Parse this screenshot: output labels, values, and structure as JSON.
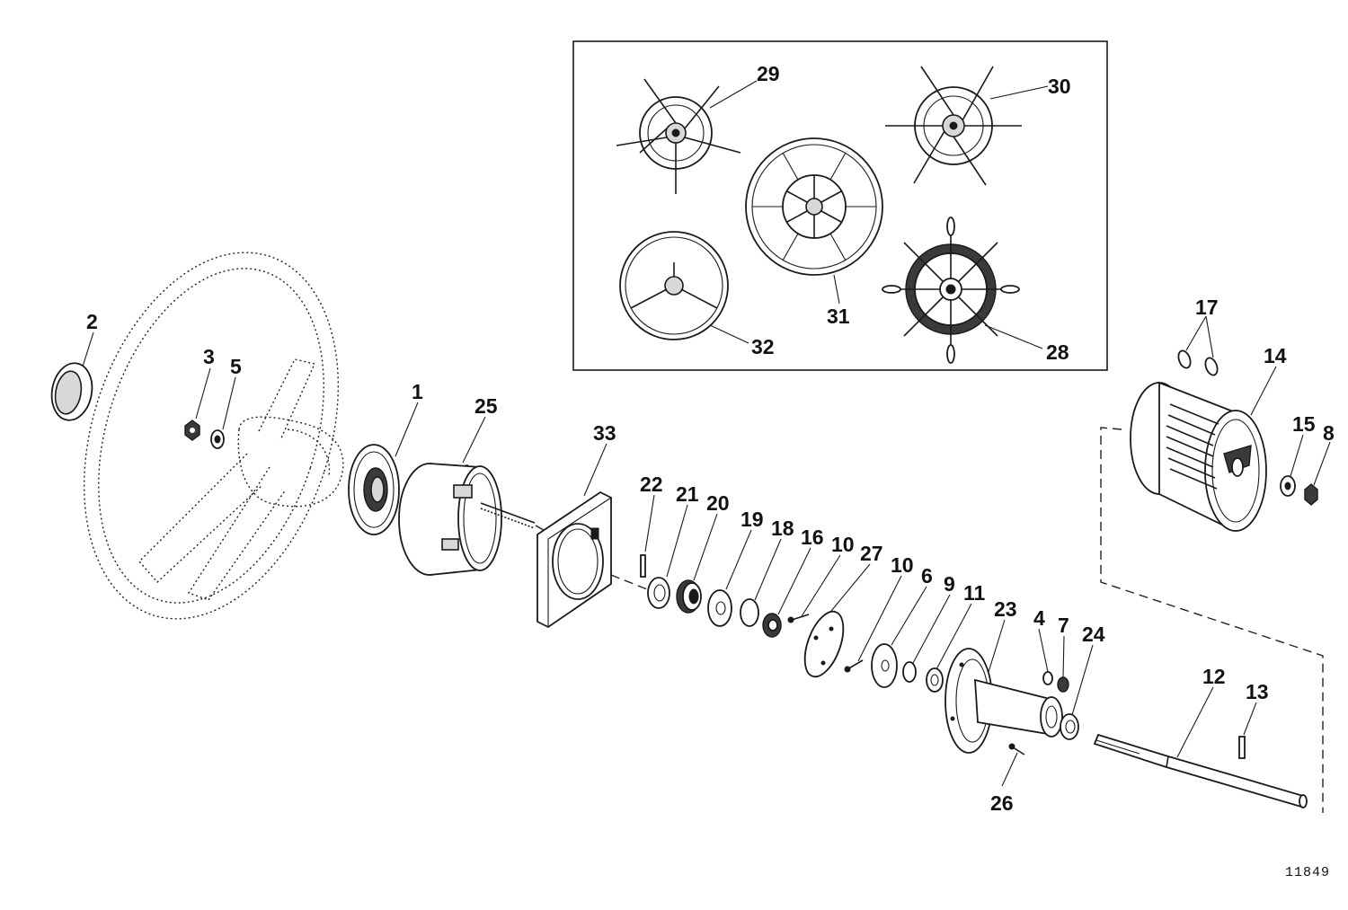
{
  "diagram": {
    "callouts": {
      "c1": "1",
      "c2": "2",
      "c3": "3",
      "c4": "4",
      "c5": "5",
      "c6": "6",
      "c7": "7",
      "c8": "8",
      "c9": "9",
      "c10a": "10",
      "c10b": "10",
      "c11": "11",
      "c12": "12",
      "c13": "13",
      "c14": "14",
      "c15": "15",
      "c16": "16",
      "c17": "17",
      "c18": "18",
      "c19": "19",
      "c20": "20",
      "c21": "21",
      "c22": "22",
      "c23": "23",
      "c24": "24",
      "c25": "25",
      "c26": "26",
      "c27": "27",
      "c28": "28",
      "c29": "29",
      "c30": "30",
      "c31": "31",
      "c32": "32",
      "c33": "33"
    },
    "drawing_number": "11849"
  }
}
